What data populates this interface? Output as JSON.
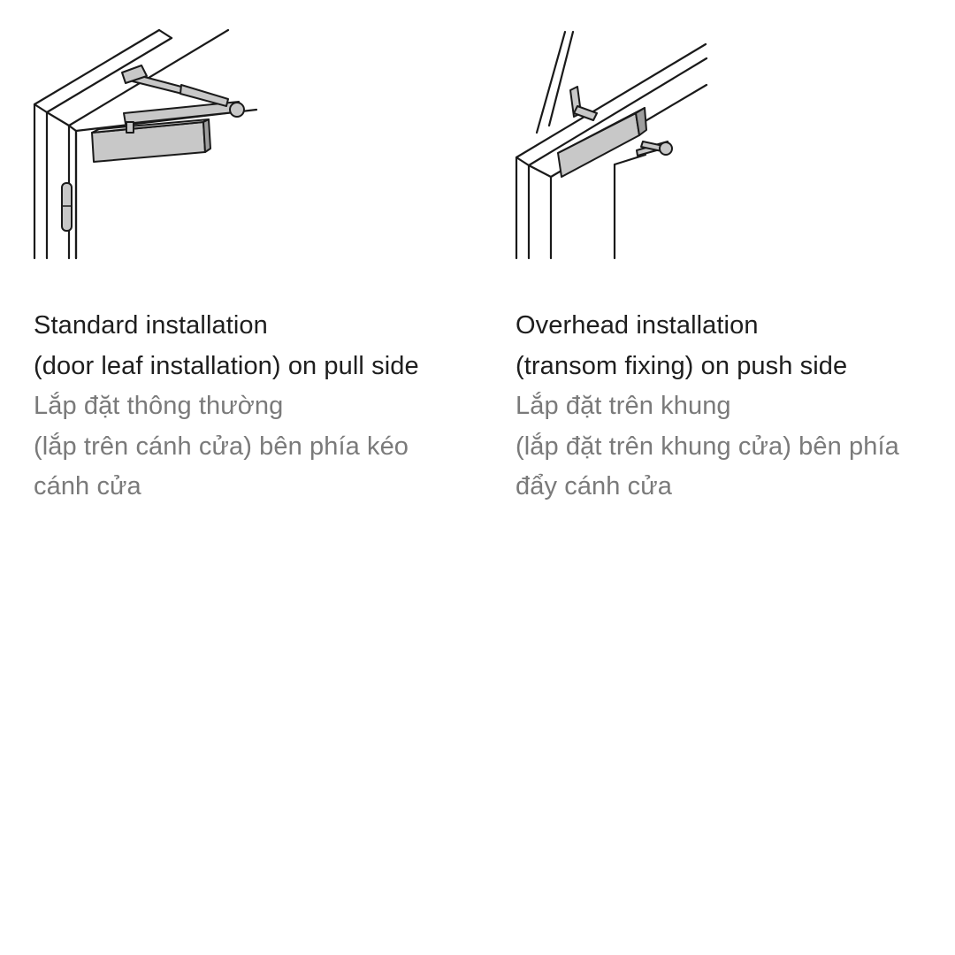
{
  "panels": [
    {
      "id": "standard",
      "illustration": "door-closer-pull-side-illustration",
      "title_line1": "Standard installation",
      "title_line2": "(door leaf installation) on pull side",
      "vi_line1": "Lắp đặt thông thường",
      "vi_line2": "(lắp trên cánh cửa) bên phía kéo",
      "vi_line3": "cánh cửa"
    },
    {
      "id": "overhead",
      "illustration": "door-closer-push-side-illustration",
      "title_line1": "Overhead installation",
      "title_line2": "(transom fixing) on push side",
      "vi_line1": "Lắp đặt trên khung",
      "vi_line2": "(lắp đặt trên khung cửa) bên phía",
      "vi_line3": "đẩy cánh cửa"
    }
  ],
  "colors": {
    "english_text": "#1e1e1e",
    "vietnamese_text": "#7a7a7a",
    "line_art": "#1a1a1a",
    "closer_body": "#c8c8c8"
  }
}
